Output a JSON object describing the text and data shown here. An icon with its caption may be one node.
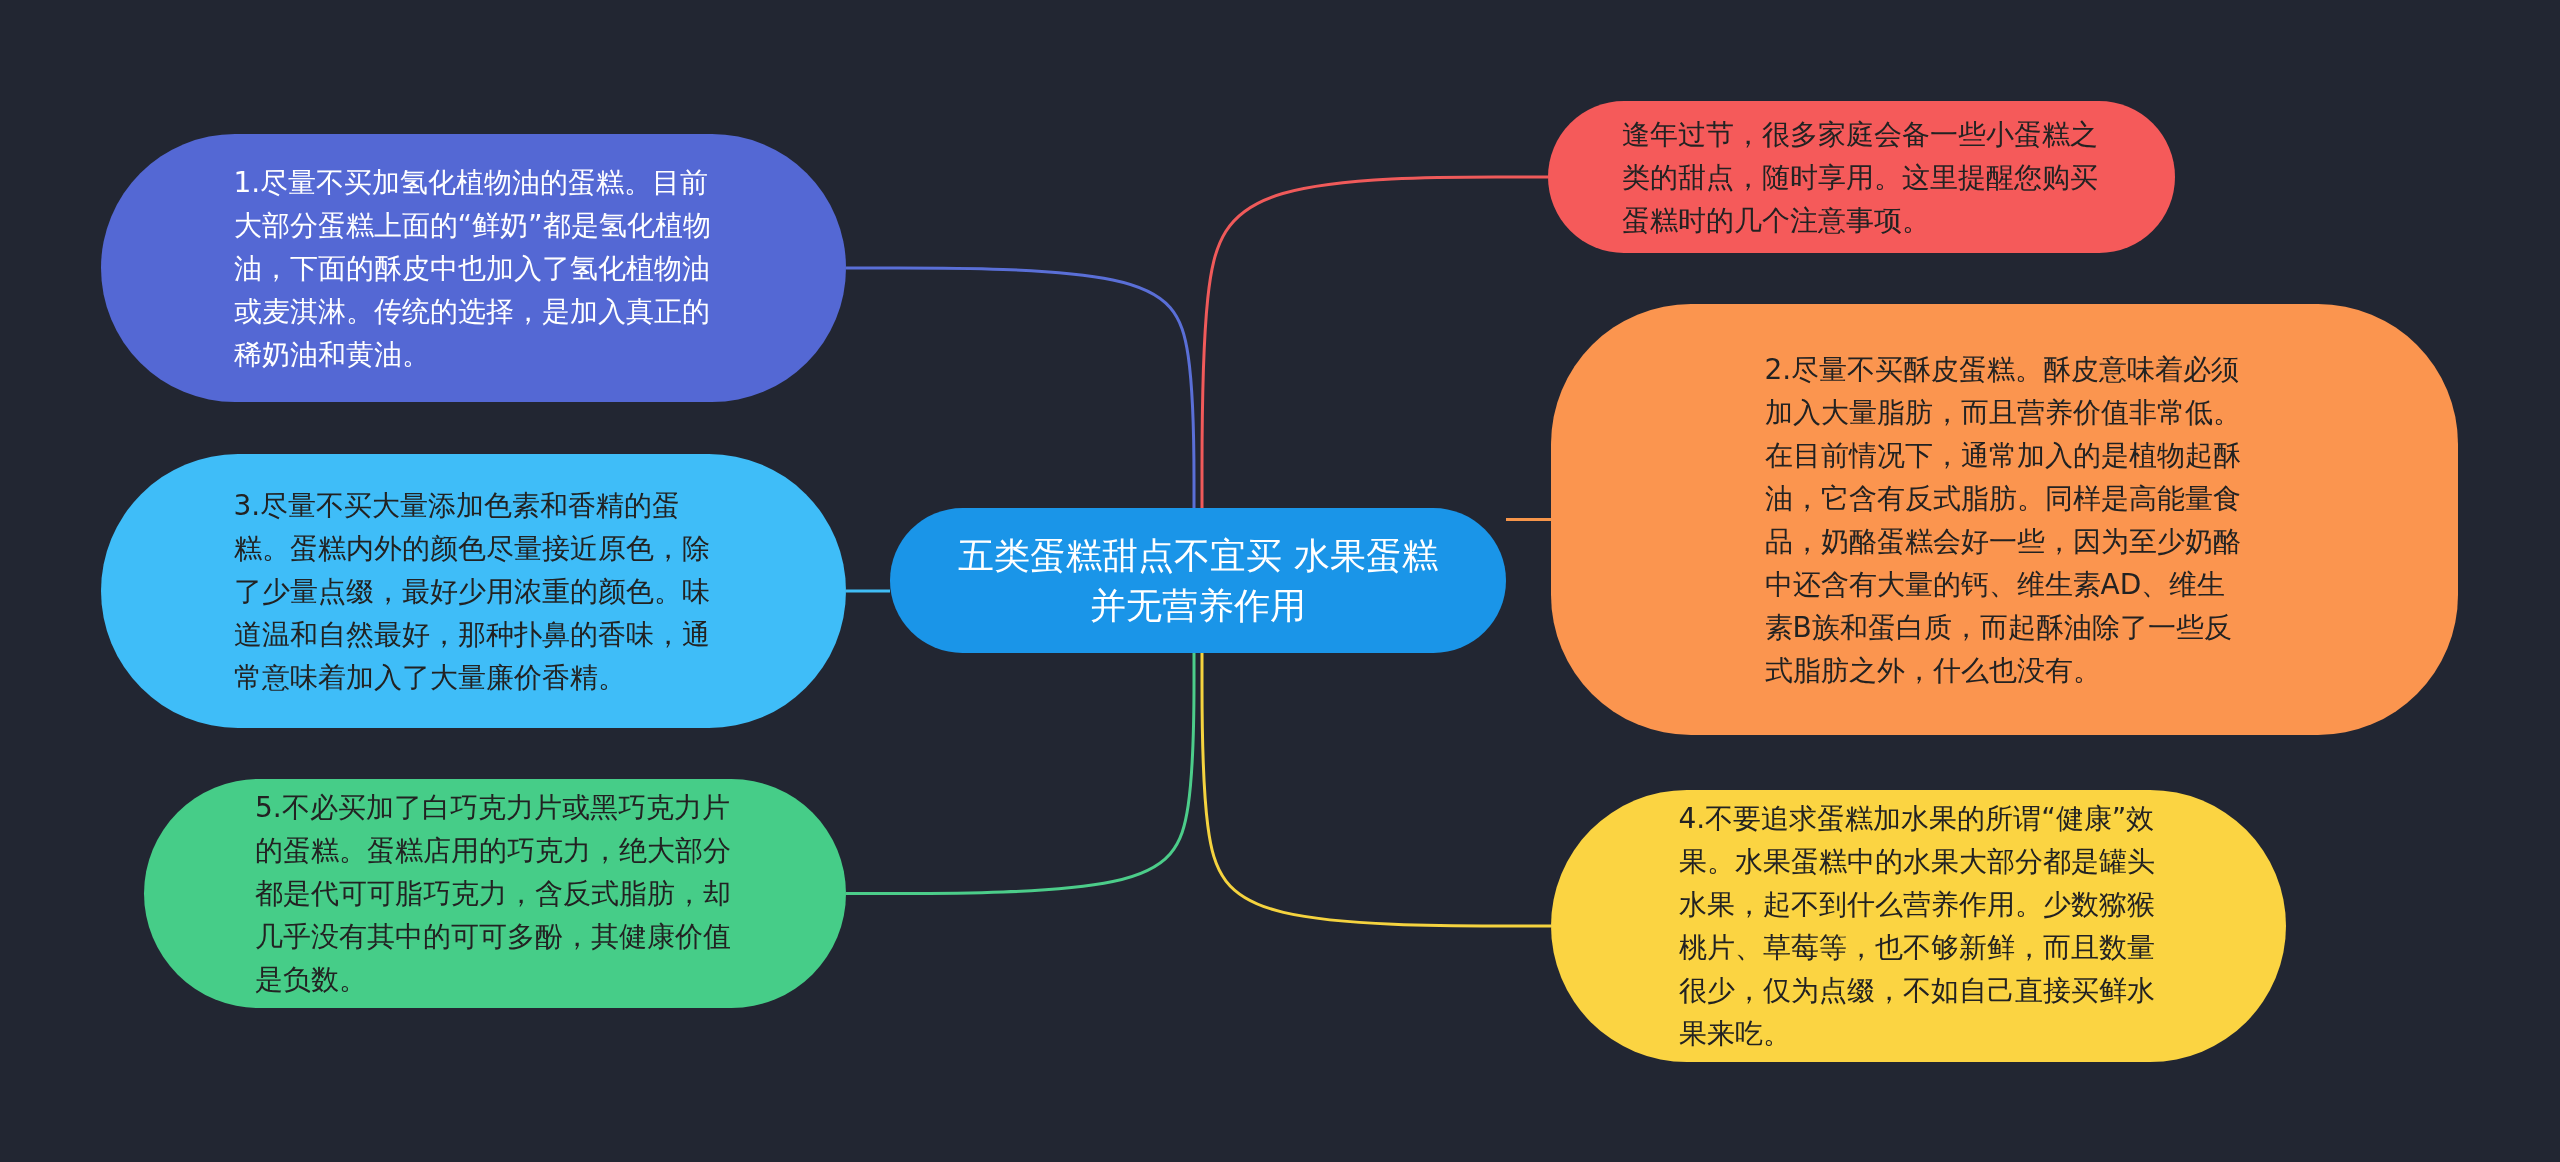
{
  "diagram": {
    "nodes": [
      {
        "text": [
          "五类蛋糕甜点不宜买 水果蛋糕并无营养作用"
        ]
      },
      {
        "text": [
          "1.尽量不买加氢化植物油的蛋糕。目前大部分蛋糕上面的“鲜奶”都是氢化植物油，下面的酥皮中也加入了氢化植物油或麦淇淋。传统的选择，是加入真正的稀奶油和黄油。"
        ]
      },
      {
        "text": [
          "3.尽量不买大量添加色素和香精的蛋糕。蛋糕内外的颜色尽量接近原色，除了少量点缀，最好少用浓重的颜色。味道温和自然最好，那种扑鼻的香味，通常意味着加入了大量廉价香精。"
        ]
      },
      {
        "text": [
          "5.不必买加了白巧克力片或黑巧克力片的蛋糕。蛋糕店用的巧克力，绝大部分都是代可可脂巧克力，含反式脂肪，却几乎没有其中的可可多酚，其健康价值是负数。"
        ]
      },
      {
        "text": [
          "逢年过节，很多家庭会备一些小蛋糕之类的甜点，随时享用。这里提醒您购买蛋糕时的几个注意事项。"
        ]
      },
      {
        "text": [
          "2.尽量不买酥皮蛋糕。酥皮意味着必须加入大量脂肪，而且营养价值非常低。在目前情况下，通常加入的是植物起酥油，它含有反式脂肪。同样是高能量食品，奶酪蛋糕会好一些，因为至少奶酪中还含有大量的钙、维生素AD、维生素B族和蛋白质，而起酥油除了一些反式脂肪之外，什么也没有。"
        ]
      },
      {
        "text": [
          "4.不要追求蛋糕加水果的所谓“健康”效果。水果蛋糕中的水果大部分都是罐头水果，起不到什么营养作用。少数猕猴桃片、草莓等，也不够新鲜，而且数量很少，仅为点缀，不如自己直接买鲜水果来吃。"
        ]
      }
    ],
    "edges": [
      {
        "from": 0,
        "to": 1,
        "arrow": "none",
        "color": "#5a6fd7"
      },
      {
        "from": 0,
        "to": 2,
        "arrow": "none",
        "color": "#40bdf5"
      },
      {
        "from": 0,
        "to": 3,
        "arrow": "none",
        "color": "#4ccd8a"
      },
      {
        "from": 0,
        "to": 4,
        "arrow": "none",
        "color": "#f05a5a"
      },
      {
        "from": 0,
        "to": 5,
        "arrow": "none",
        "color": "#f7954a"
      },
      {
        "from": 0,
        "to": 6,
        "arrow": "none",
        "color": "#f5d33f"
      }
    ]
  }
}
